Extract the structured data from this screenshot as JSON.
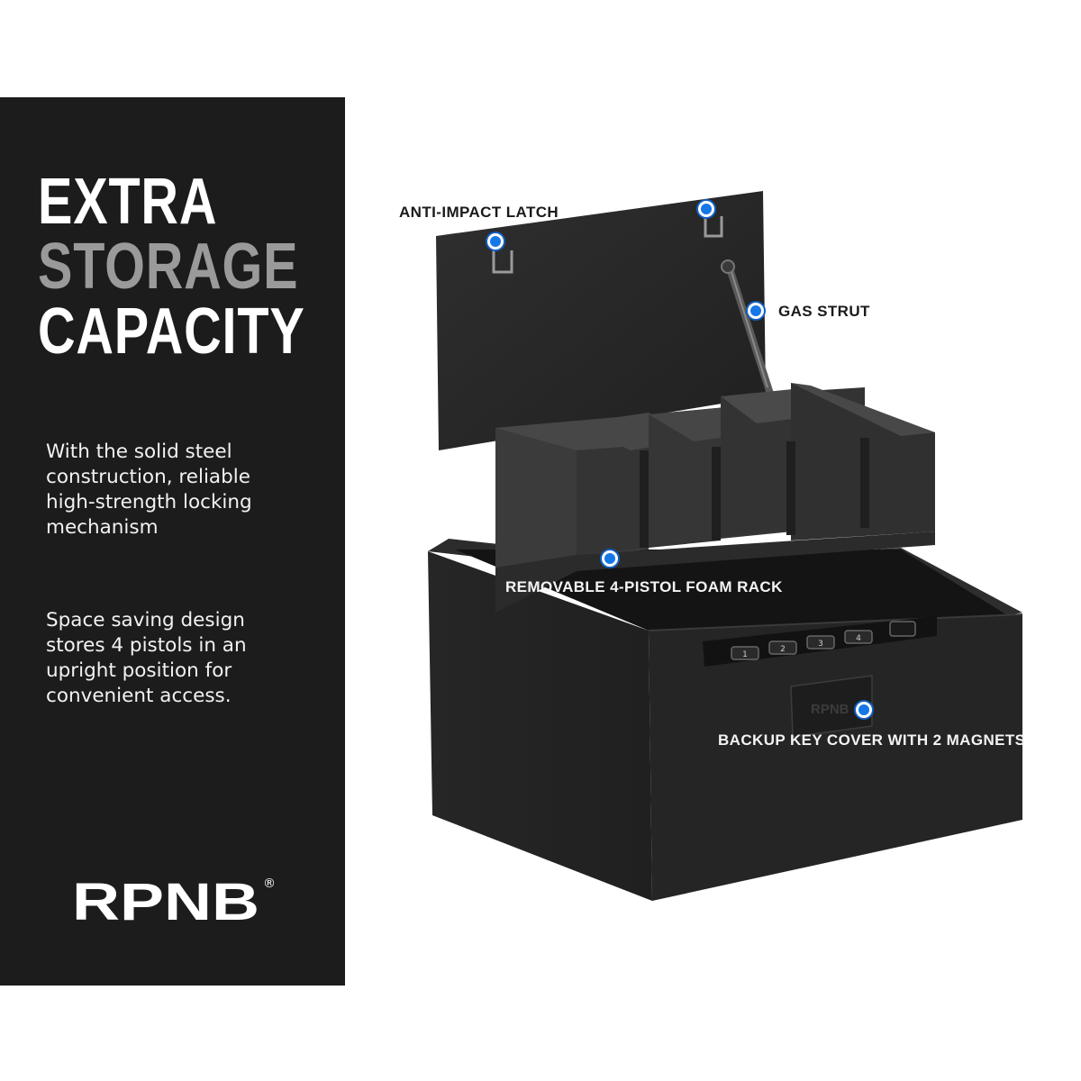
{
  "headline": {
    "line1": "EXTRA",
    "line2": "STORAGE",
    "line3": "CAPACITY"
  },
  "paragraphs": [
    "With the solid steel\nconstruction, reliable\nhigh-strength locking\nmechanism",
    "Space saving design\nstores 4 pistols in an\nupright position for\nconvenient access."
  ],
  "brand": {
    "logo_text": "RPNB",
    "registered_mark": "®"
  },
  "callouts": {
    "latch": "ANTI-IMPACT LATCH",
    "strut": "GAS STRUT",
    "foam": "REMOVABLE 4-PISTOL FOAM RACK",
    "key_cover": "BACKUP KEY COVER WITH 2 MAGNETS"
  },
  "keypad": {
    "keys": [
      "1",
      "2",
      "3",
      "4"
    ],
    "cover_text": "RPNB"
  },
  "colors": {
    "panel": "#1c1c1c",
    "headline_white": "#ffffff",
    "headline_gray": "#9a9a9a",
    "callout_dot": "#1677e6",
    "safe_body": "#232323"
  }
}
